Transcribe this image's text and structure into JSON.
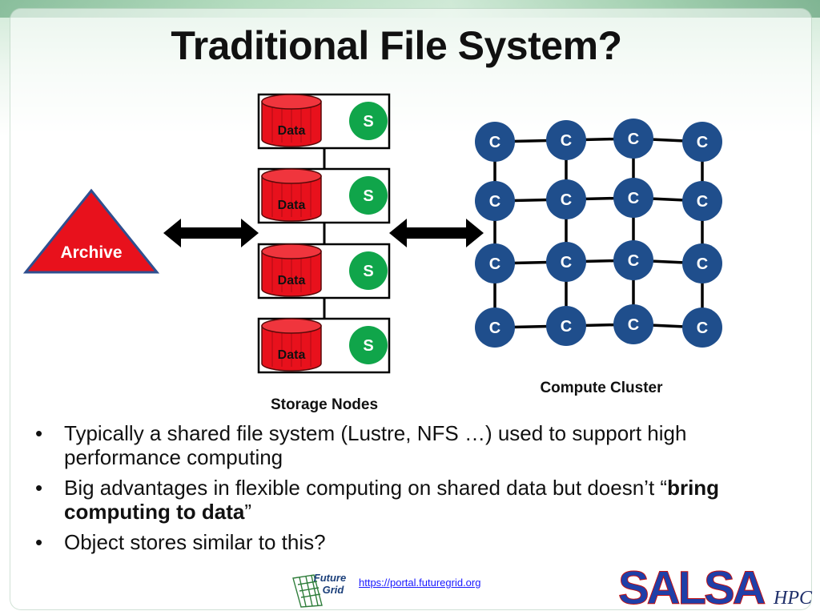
{
  "title": "Traditional File System?",
  "archive": {
    "label": "Archive"
  },
  "storage": {
    "data_label": "Data",
    "server_label": "S",
    "caption": "Storage Nodes",
    "node_count": 4
  },
  "cluster": {
    "node_label": "C",
    "caption": "Compute Cluster",
    "rows": 4,
    "cols": 4
  },
  "bullets": [
    {
      "text": "Typically a shared file system (Lustre, NFS …) used to support high performance computing"
    },
    {
      "pre": "Big advantages in flexible computing on shared data but doesn’t “",
      "bold": "bring computing to data",
      "post": "”"
    },
    {
      "text": "Object stores similar to this?"
    }
  ],
  "footer": {
    "logo_text_1": "Future",
    "logo_text_2": "Grid",
    "link": "https://portal.futuregrid.org",
    "salsa_text": "SALSA",
    "hpc_text": "HPC"
  },
  "colors": {
    "cylinder": "#e8111c",
    "server": "#10a54a",
    "compute": "#1f4e8c",
    "archive": "#e8111c",
    "archive_border": "#2f4f8f"
  }
}
